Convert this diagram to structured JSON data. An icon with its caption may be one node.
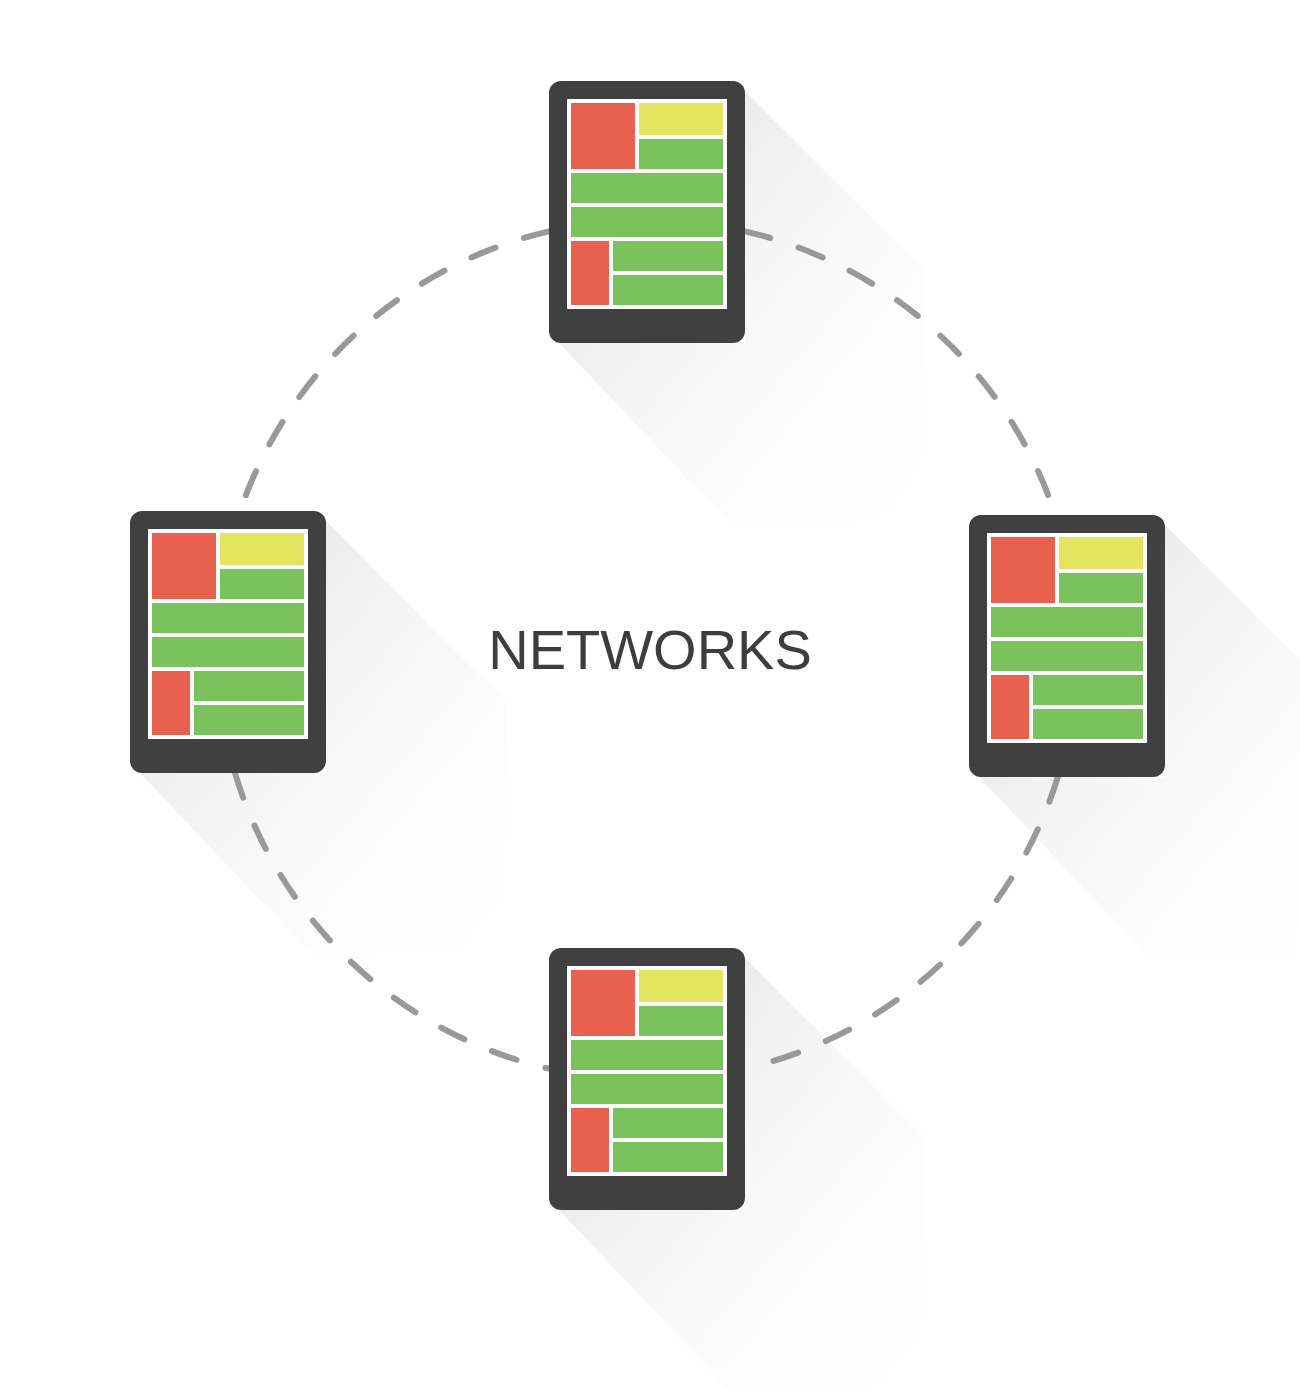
{
  "diagram": {
    "title": "NETWORKS",
    "nodes": [
      {
        "text": [],
        "shape": "picture"
      },
      {
        "text": [],
        "shape": "picture"
      },
      {
        "text": [],
        "shape": "picture"
      },
      {
        "text": [],
        "shape": "picture"
      }
    ],
    "edges": [
      {
        "from": 0,
        "to": 1,
        "arrow": "none",
        "style": "dashed"
      },
      {
        "from": 0,
        "to": 2,
        "arrow": "none",
        "style": "dashed"
      },
      {
        "from": 1,
        "to": 3,
        "arrow": "none",
        "style": "dashed"
      },
      {
        "from": 2,
        "to": 3,
        "arrow": "none",
        "style": "dashed"
      }
    ]
  }
}
